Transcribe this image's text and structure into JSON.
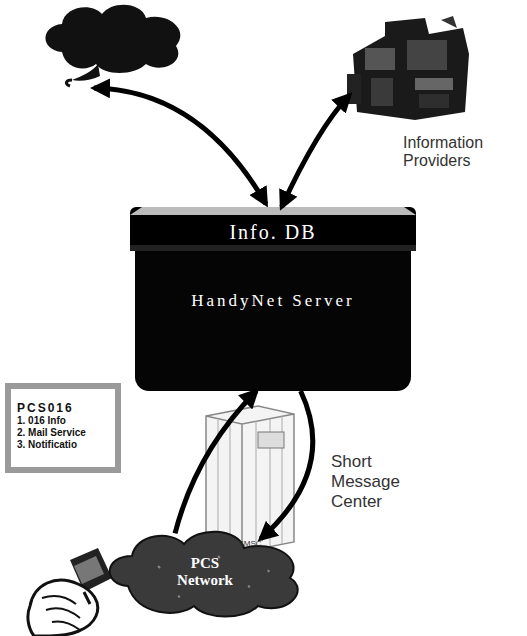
{
  "diagram": {
    "nodes": [
      {
        "text": [
          "Information Providers"
        ]
      },
      {
        "text": [
          "Info. DB"
        ]
      },
      {
        "text": [
          "HandyNet Server"
        ]
      },
      {
        "text": [
          "SMSC"
        ]
      },
      {
        "text": [
          "PCS Network"
        ]
      },
      {
        "text": [
          "PCS016",
          "1. 016 Info",
          "2. Mail Service",
          "3. Notificatio"
        ]
      }
    ],
    "edges": [
      {
        "from": 0,
        "to": 1,
        "arrow": "both"
      },
      {
        "from": 4,
        "to": 2,
        "arrow": "to"
      },
      {
        "from": 2,
        "to": 4,
        "arrow": "to"
      }
    ],
    "labels": [
      "Short Message Center"
    ]
  }
}
